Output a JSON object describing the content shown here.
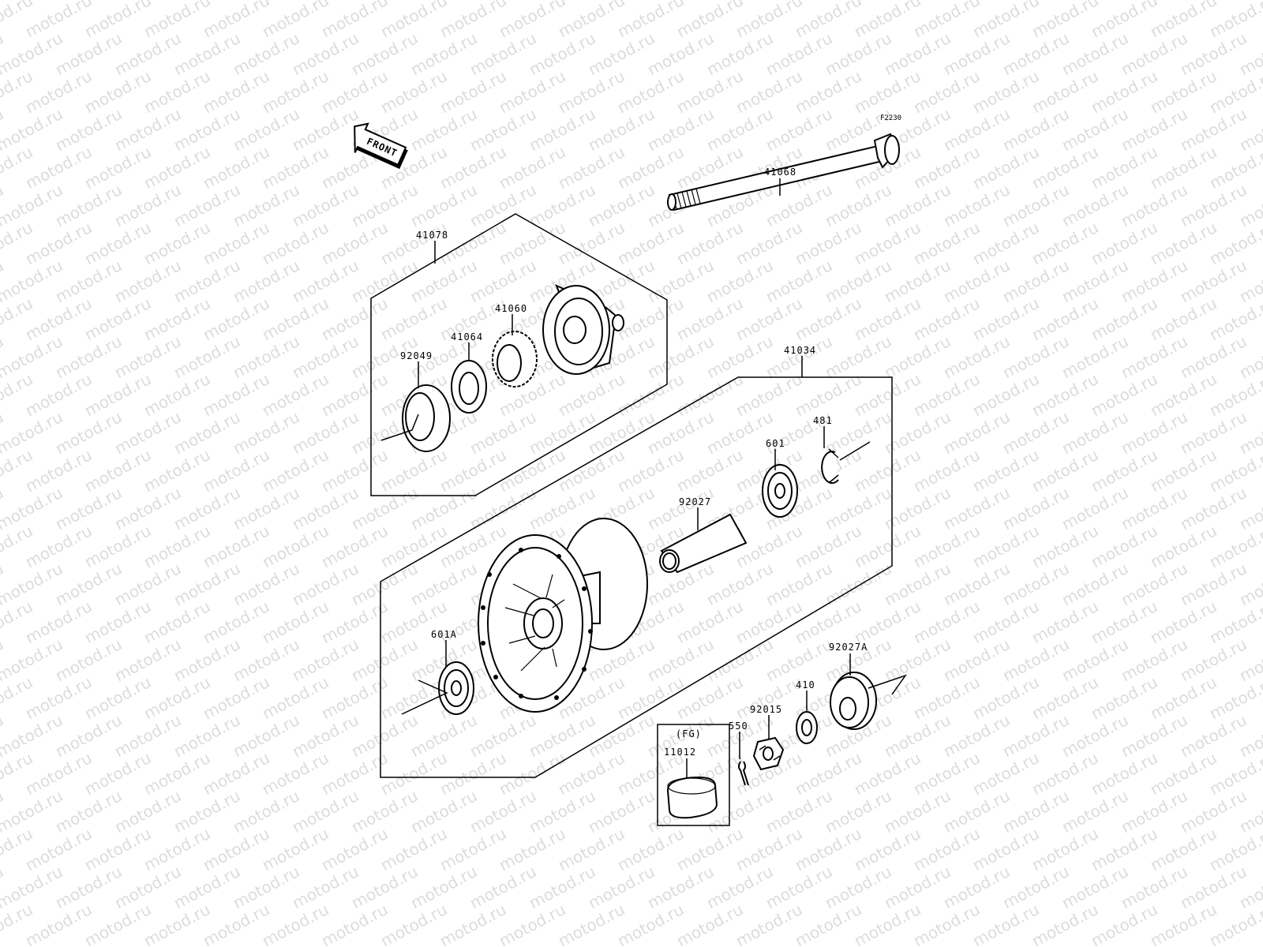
{
  "watermark": "motod.ru",
  "figure_code": "F2230",
  "direction_label": "FRONT",
  "labels": {
    "p41068": "41068",
    "p41078": "41078",
    "p41060": "41060",
    "p41064": "41064",
    "p92049": "92049",
    "p41034": "41034",
    "p481": "481",
    "p601": "601",
    "p92027": "92027",
    "p601A": "601A",
    "p92027A": "92027A",
    "p410": "410",
    "p92015": "92015",
    "p550": "550",
    "pFG": "(FG)",
    "p11012": "11012"
  }
}
